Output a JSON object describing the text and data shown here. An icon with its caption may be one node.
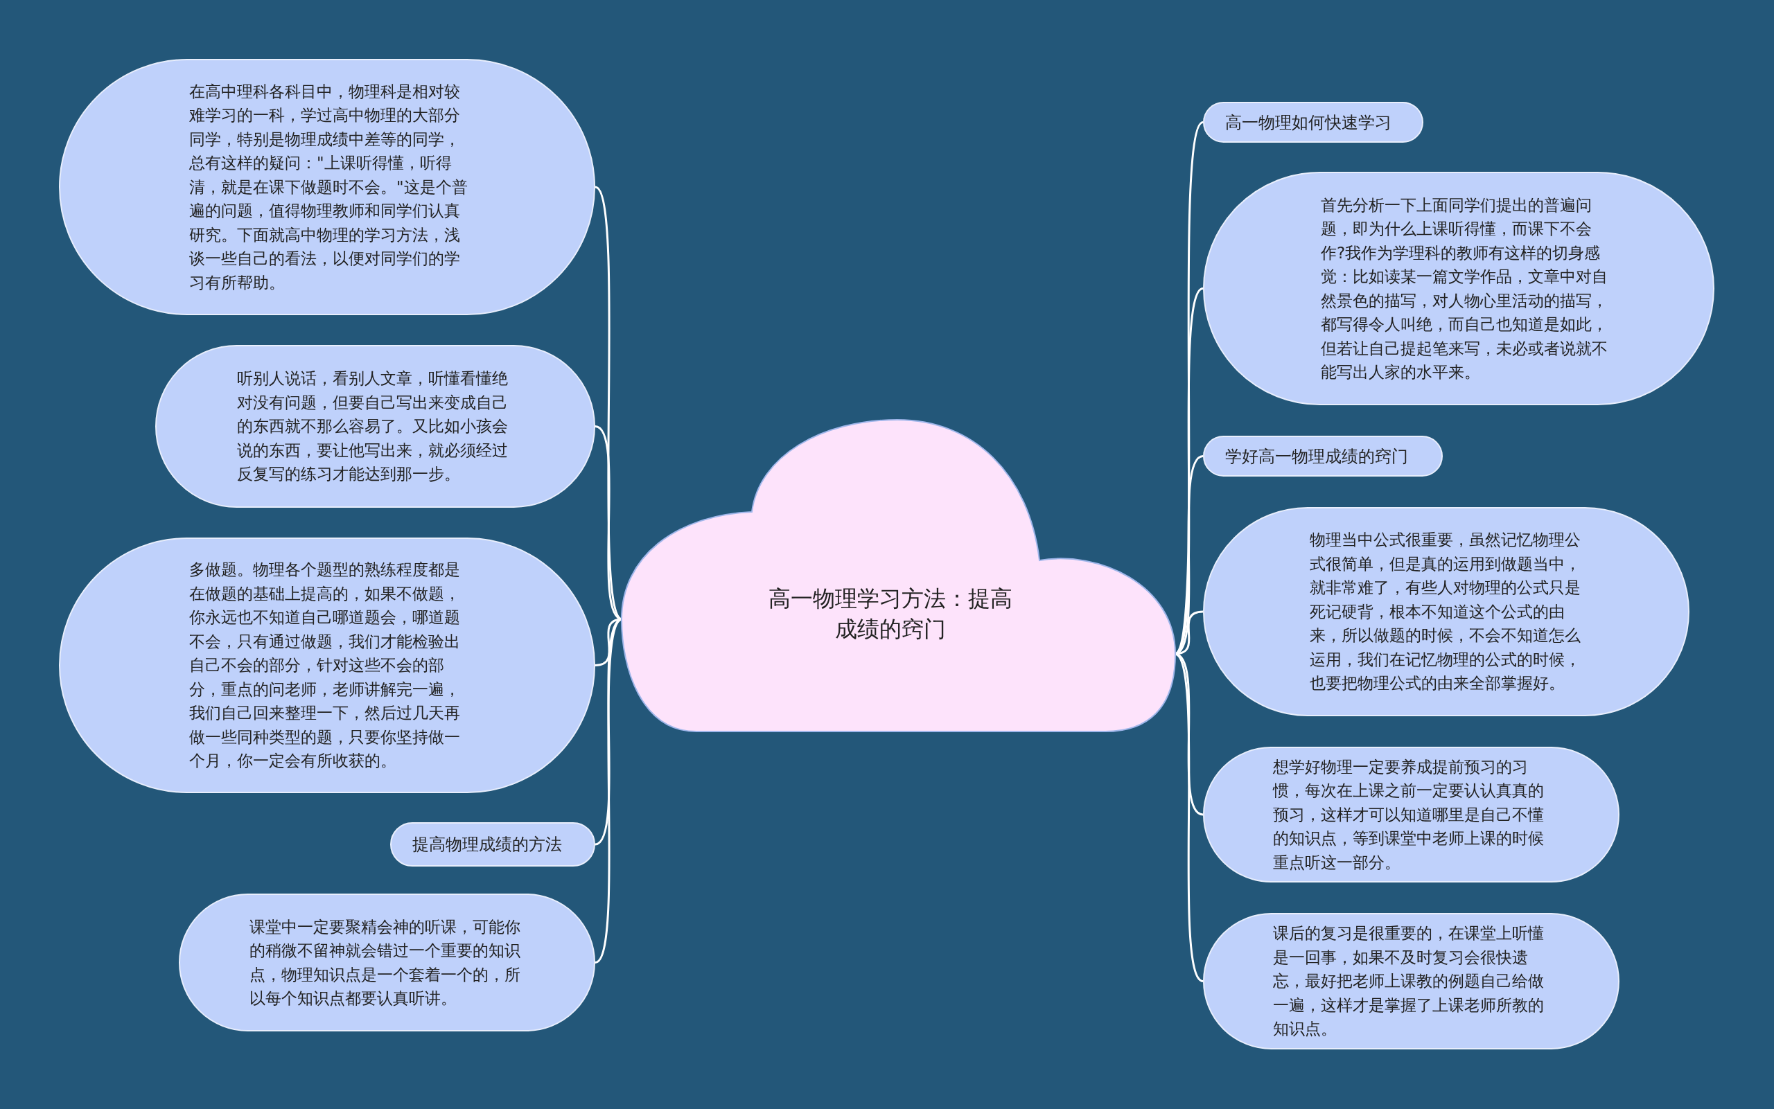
{
  "diagram": {
    "nodes": [
      {
        "text": [
          "高一物理学习方法：提高成绩的窍门"
        ]
      },
      {
        "text": [
          "在高中理科各科目中，物理科是相对较难学习的一科，学过高中物理的大部分同学，特别是物理成绩中差等的同学，总有这样的疑问：\"上课听得懂，听得清，就是在课下做题时不会。\"这是个普遍的问题，值得物理教师和同学们认真研究。下面就高中物理的学习方法，浅谈一些自己的看法，以便对同学们的学习有所帮助。"
        ]
      },
      {
        "text": [
          "听别人说话，看别人文章，听懂看懂绝对没有问题，但要自己写出来变成自己的东西就不那么容易了。又比如小孩会说的东西，要让他写出来，就必须经过反复写的练习才能达到那一步。"
        ]
      },
      {
        "text": [
          "多做题。物理各个题型的熟练程度都是在做题的基础上提高的，如果不做题，你永远也不知道自己哪道题会，哪道题不会，只有通过做题，我们才能检验出自己不会的部分，针对这些不会的部分，重点的问老师，老师讲解完一遍，我们自己回来整理一下，然后过几天再做一些同种类型的题，只要你坚持做一个月，你一定会有所收获的。"
        ]
      },
      {
        "text": [
          "提高物理成绩的方法"
        ]
      },
      {
        "text": [
          "课堂中一定要聚精会神的听课，可能你的稍微不留神就会错过一个重要的知识点，物理知识点是一个套着一个的，所以每个知识点都要认真听讲。"
        ]
      },
      {
        "text": [
          "高一物理如何快速学习"
        ]
      },
      {
        "text": [
          "首先分析一下上面同学们提出的普遍问题，即为什么上课听得懂，而课下不会作?我作为学理科的教师有这样的切身感觉：比如读某一篇文学作品，文章中对自然景色的描写，对人物心里活动的描写，都写得令人叫绝，而自己也知道是如此，但若让自己提起笔来写，未必或者说就不能写出人家的水平来。"
        ]
      },
      {
        "text": [
          "学好高一物理成绩的窍门"
        ]
      },
      {
        "text": [
          "物理当中公式很重要，虽然记忆物理公式很简单，但是真的运用到做题当中，就非常难了，有些人对物理的公式只是死记硬背，根本不知道这个公式的由来，所以做题的时候，不会不知道怎么运用，我们在记忆物理的公式的时候，也要把物理公式的由来全部掌握好。"
        ]
      },
      {
        "text": [
          "想学好物理一定要养成提前预习的习惯，每次在上课之前一定要认认真真的预习，这样才可以知道哪里是自己不懂的知识点，等到课堂中老师上课的时候重点听这一部分。"
        ]
      },
      {
        "text": [
          "课后的复习是很重要的，在课堂上听懂是一回事，如果不及时复习会很快遗忘，最好把老师上课教的例题自己给做一遍，这样才是掌握了上课老师所教的知识点。"
        ]
      }
    ],
    "edges": [
      {
        "from": 0,
        "to": 1,
        "arrow": "none"
      },
      {
        "from": 0,
        "to": 2,
        "arrow": "none"
      },
      {
        "from": 0,
        "to": 3,
        "arrow": "none"
      },
      {
        "from": 0,
        "to": 4,
        "arrow": "none"
      },
      {
        "from": 0,
        "to": 5,
        "arrow": "none"
      },
      {
        "from": 0,
        "to": 6,
        "arrow": "none"
      },
      {
        "from": 0,
        "to": 7,
        "arrow": "none"
      },
      {
        "from": 0,
        "to": 8,
        "arrow": "none"
      },
      {
        "from": 0,
        "to": 9,
        "arrow": "none"
      },
      {
        "from": 0,
        "to": 10,
        "arrow": "none"
      },
      {
        "from": 0,
        "to": 11,
        "arrow": "none"
      }
    ]
  }
}
